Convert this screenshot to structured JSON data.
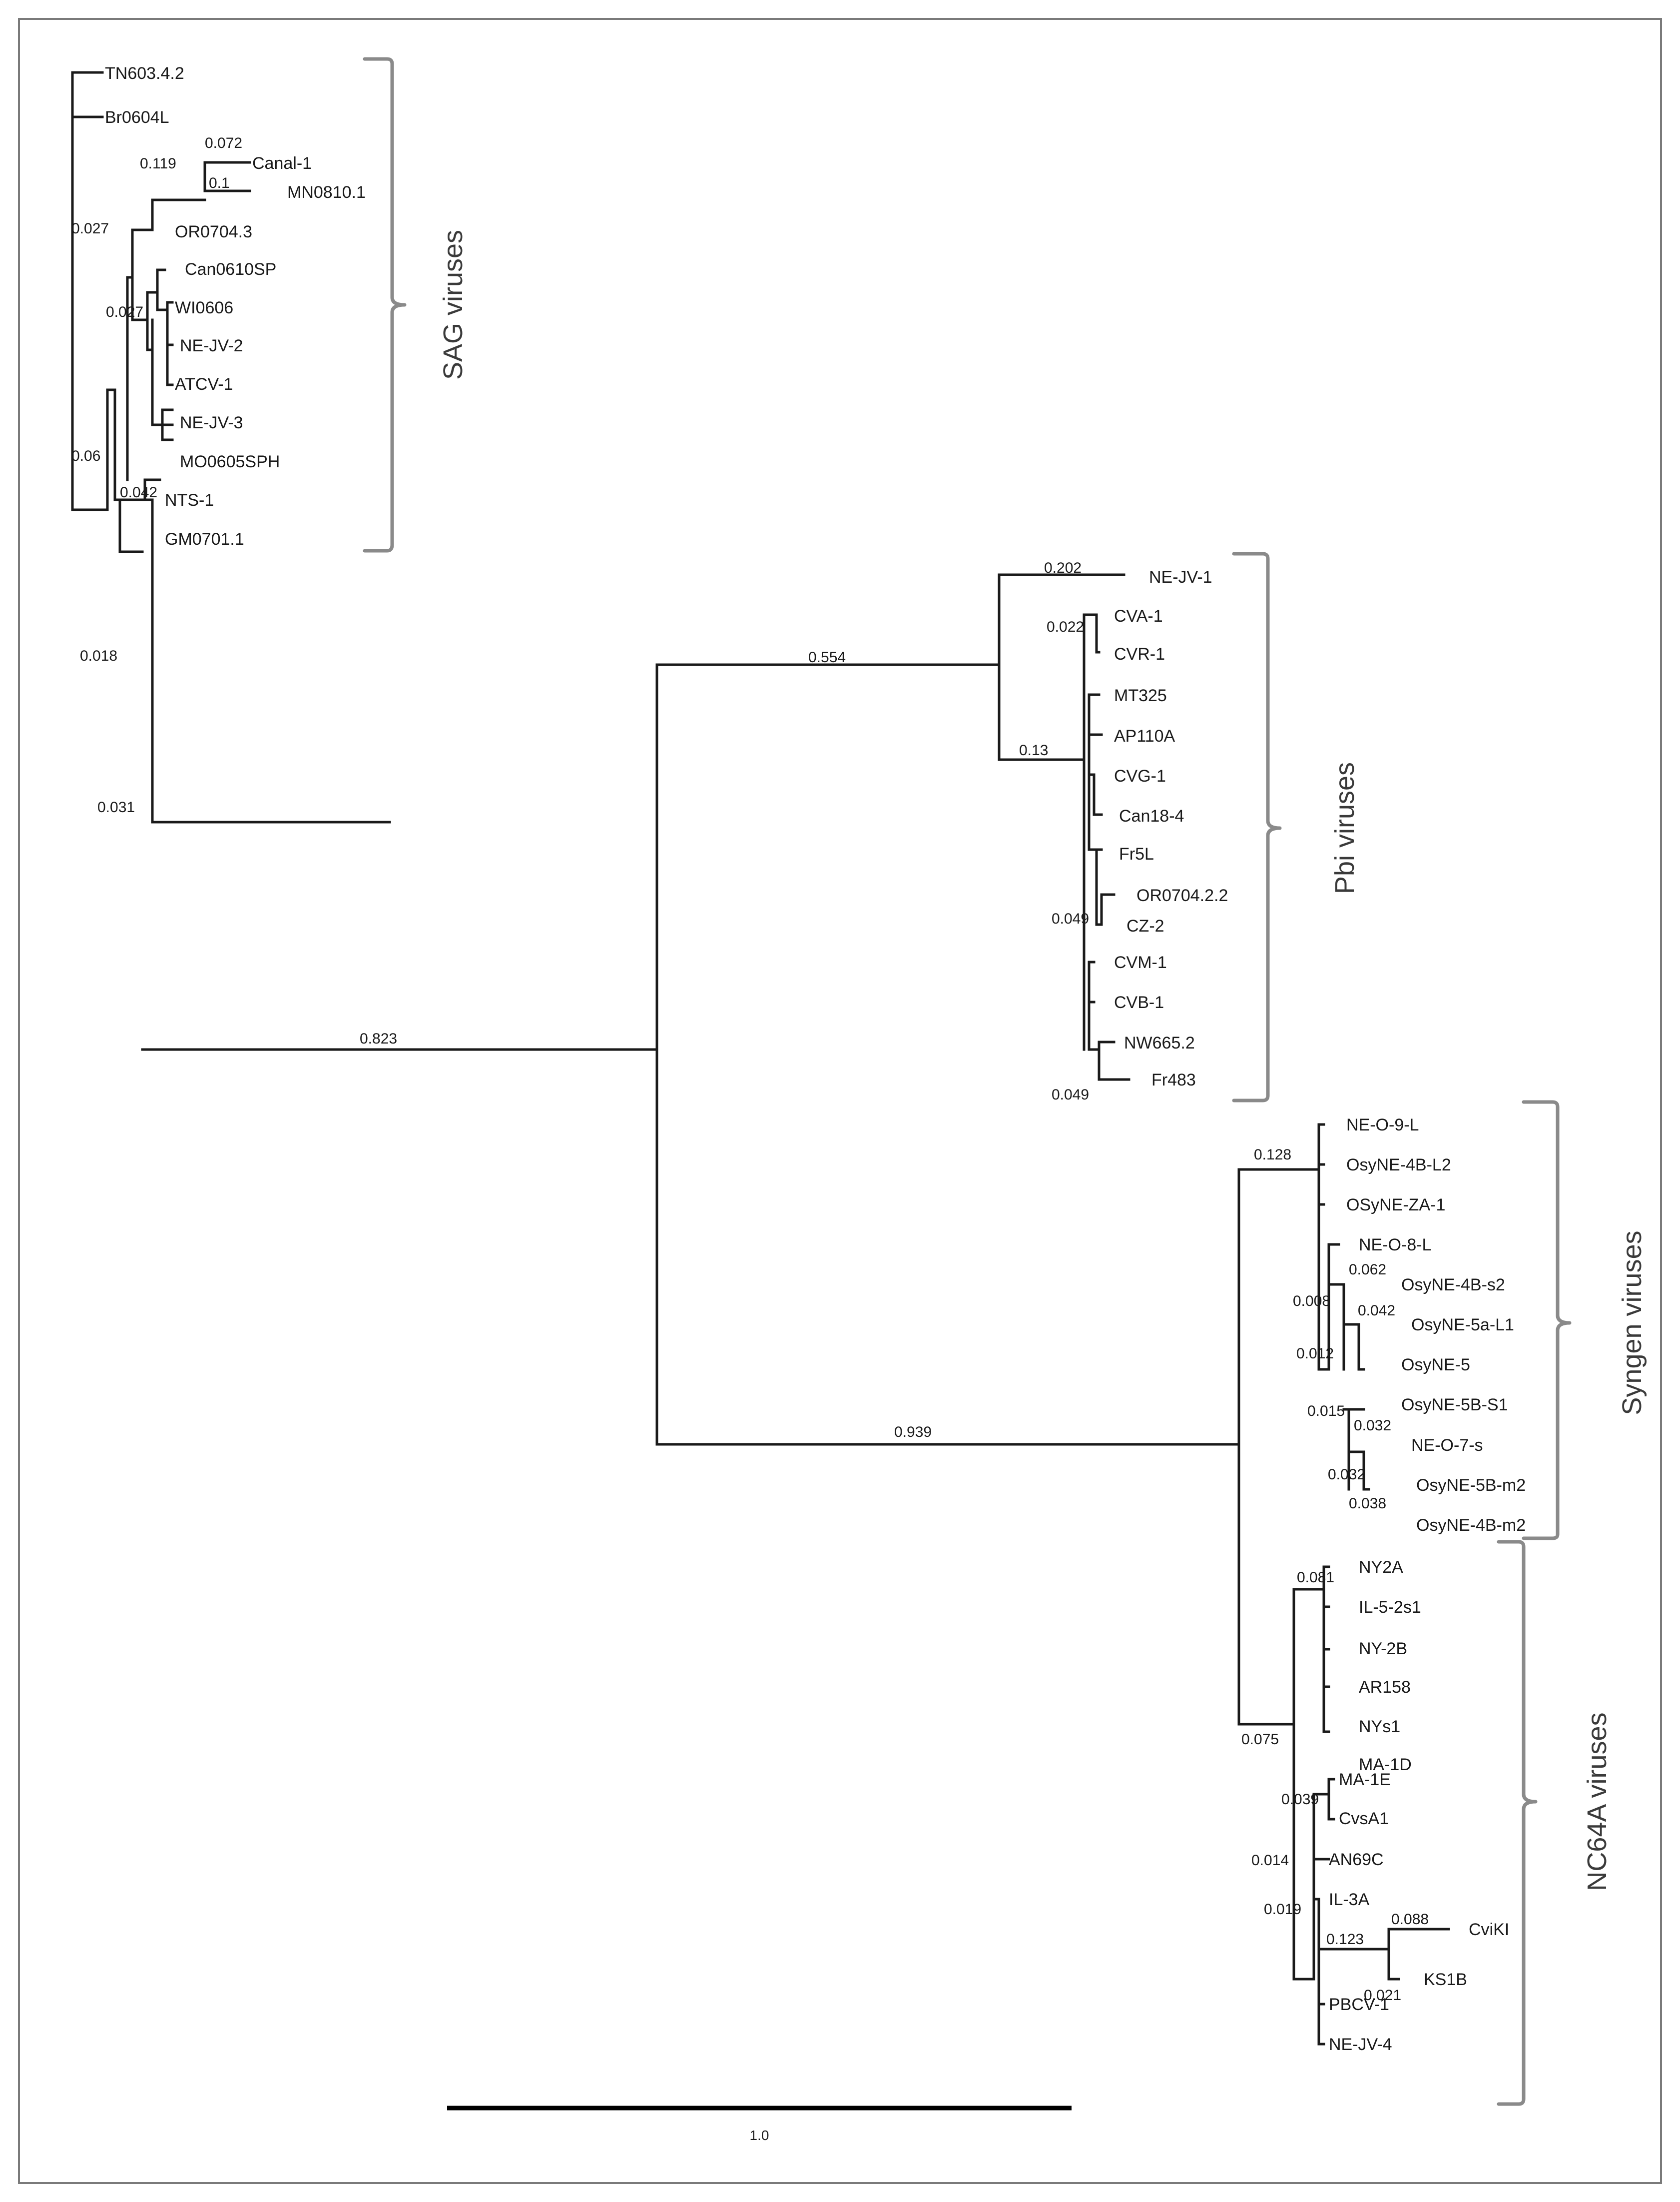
{
  "leaves": [
    "TN603.4.2",
    "Br0604L",
    "Canal-1",
    "MN0810.1",
    "OR0704.3",
    "Can0610SP",
    "WI0606",
    "NE-JV-2",
    "ATCV-1",
    "NE-JV-3",
    "MO0605SPH",
    "NTS-1",
    "GM0701.1",
    "NE-JV-1",
    "CVA-1",
    "CVR-1",
    "MT325",
    "AP110A",
    "CVG-1",
    "Can18-4",
    "Fr5L",
    "OR0704.2.2",
    "CZ-2",
    "CVM-1",
    "CVB-1",
    "NW665.2",
    "Fr483",
    "NE-O-9-L",
    "OsyNE-4B-L2",
    "OSyNE-ZA-1",
    "NE-O-8-L",
    "OsyNE-4B-s2",
    "OsyNE-5a-L1",
    "OsyNE-5",
    "OsyNE-5B-S1",
    "NE-O-7-s",
    "OsyNE-5B-m2",
    "OsyNE-4B-m2",
    "NY2A",
    "IL-5-2s1",
    "NY-2B",
    "AR158",
    "NYs1",
    "MA-1D",
    "MA-1E",
    "CvsA1",
    "AN69C",
    "IL-3A",
    "CviKI",
    "KS1B",
    "PBCV-1",
    "NE-JV-4"
  ],
  "branch_lengths": [
    "0.072",
    "0.1",
    "0.119",
    "0.027",
    "0.027",
    "0.06",
    "0.042",
    "0.018",
    "0.031",
    "0.823",
    "0.202",
    "0.022",
    "0.554",
    "0.13",
    "0.049",
    "0.049",
    "0.128",
    "0.062",
    "0.008",
    "0.042",
    "0.012",
    "0.015",
    "0.032",
    "0.032",
    "0.038",
    "0.939",
    "0.081",
    "0.075",
    "0.039",
    "0.014",
    "0.019",
    "0.123",
    "0.088",
    "0.021"
  ],
  "clades": {
    "sag": "SAG viruses",
    "pbi": "Pbi viruses",
    "syngen": "Syngen viruses",
    "nc64a": "NC64A viruses"
  },
  "scale_label": "1.0",
  "colors": {
    "branch": "#1a1a1a",
    "bracket": "#8a8a8a",
    "frame": "#7a7a7a"
  }
}
